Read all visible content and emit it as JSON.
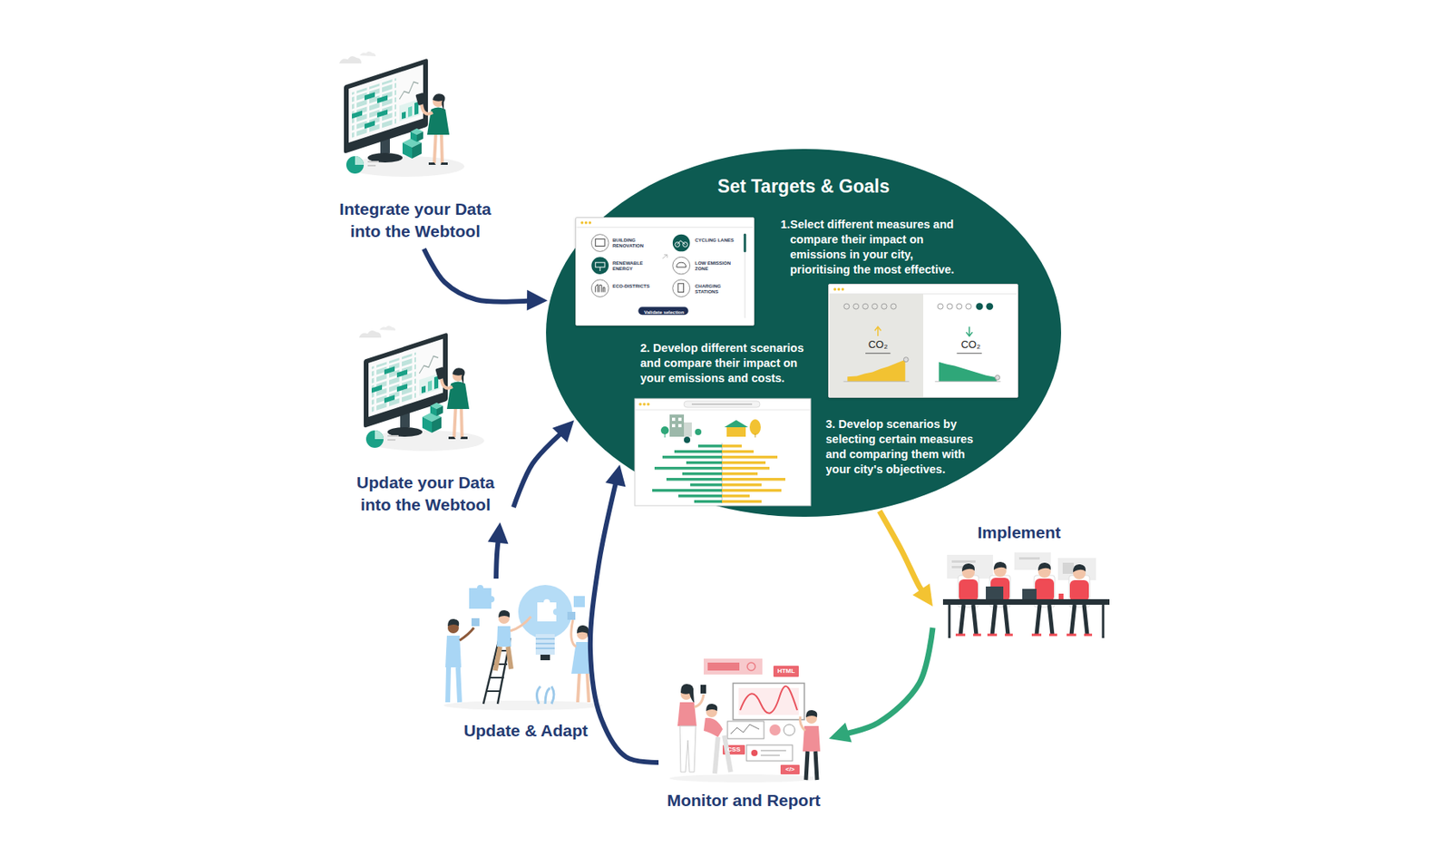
{
  "diagram": {
    "nodes": [
      {
        "text": [
          "Integrate your Data into the Webtool"
        ]
      },
      {
        "text": [
          "Set Targets & Goals",
          "1.Select different measures and compare their impact on emissions in your city, prioritising the most effective.",
          "2. Develop different scenarios and compare their impact on your emissions and costs.",
          "3. Develop scenarios by selecting certain measures and comparing them with your city's objectives."
        ]
      },
      {
        "text": [
          "BUILDING RENOVATION",
          "CYCLING LANES",
          "RENEWABLE ENERGY",
          "LOW EMISSION ZONE",
          "ECO-DISTRICTS",
          "CHARGING STATIONS",
          "Validate selection"
        ],
        "in": 1
      },
      {
        "text": [
          "CO₂",
          "CO₂"
        ],
        "in": 1
      },
      {
        "text": [
          "Update your Data into the Webtool"
        ]
      },
      {
        "text": [
          "Implement"
        ]
      },
      {
        "text": [
          "Monitor and Report"
        ]
      },
      {
        "text": [
          "Update & Adapt"
        ]
      }
    ],
    "edges": [
      {
        "from": 0,
        "to": 1,
        "arrow": "to"
      },
      {
        "from": 1,
        "to": 5,
        "arrow": "to"
      },
      {
        "from": 5,
        "to": 6,
        "arrow": "to"
      },
      {
        "from": 6,
        "to": 1,
        "arrow": "to"
      },
      {
        "from": 7,
        "to": 4,
        "arrow": "to"
      },
      {
        "from": 4,
        "to": 1,
        "arrow": "to"
      }
    ],
    "labels": [
      "HTML",
      "CSS",
      "</>"
    ]
  }
}
